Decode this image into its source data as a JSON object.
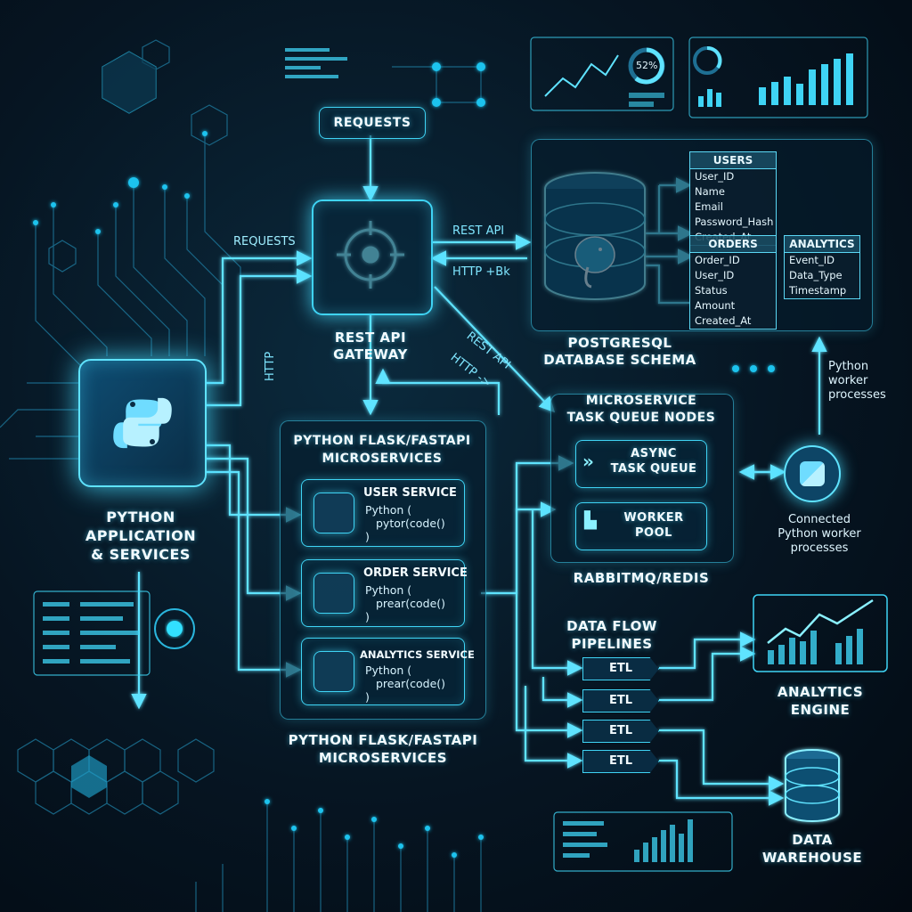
{
  "requests_top": "REQUESTS",
  "requests_side": "REQUESTS",
  "gateway_label": [
    "REST API",
    "GATEWAY"
  ],
  "python_app_label": [
    "PYTHON",
    "APPLICATION",
    "& SERVICES"
  ],
  "arrow_labels": {
    "rest_api_1": "REST API",
    "http_bk": "HTTP +Bk",
    "rest_api_2": "REST API",
    "http_arrow": "HTTP ->",
    "http_vertical": "HTTP"
  },
  "postgres_label": [
    "POSTGRESQL",
    "DATABASE SCHEMA"
  ],
  "tables": {
    "users": {
      "title": "USERS",
      "fields": [
        "User_ID",
        "Name",
        "Email",
        "Password_Hash",
        "Created_At"
      ]
    },
    "orders": {
      "title": "ORDERS",
      "fields": [
        "Order_ID",
        "User_ID",
        "Status",
        "Amount",
        "Created_At"
      ]
    },
    "analytics": {
      "title": "ANALYTICS",
      "fields": [
        "Event_ID",
        "Data_Type",
        "Timestamp"
      ]
    }
  },
  "dashboard": {
    "percent": "52%"
  },
  "microservices_title": [
    "PYTHON FLASK/FASTAPI",
    "MICROSERVICES"
  ],
  "microservices_bottom": [
    "PYTHON FLASK/FASTAPI",
    "MICROSERVICES"
  ],
  "services": [
    {
      "name": "USER SERVICE",
      "code": [
        "Python (",
        "pytor(code()",
        ")"
      ]
    },
    {
      "name": "ORDER SERVICE",
      "code": [
        "Python (",
        "prear(code()",
        ")"
      ]
    },
    {
      "name": "ANALYTICS SERVICE",
      "code": [
        "Python (",
        "prear(code()",
        ")"
      ]
    }
  ],
  "task_queue_title": [
    "MICROSERVICE",
    "TASK QUEUE NODES"
  ],
  "async_queue": [
    "ASYNC",
    "TASK QUEUE"
  ],
  "worker_pool": [
    "WORKER",
    "POOL"
  ],
  "rabbitmq_label": "RABBITMQ/REDIS",
  "python_worker_label": [
    "Python",
    "worker",
    "processes"
  ],
  "connected_label": [
    "Connected",
    "Python worker",
    "processes"
  ],
  "data_flow_label": [
    "DATA FLOW",
    "PIPELINES"
  ],
  "etl_stages": [
    "ETL",
    "ETL",
    "ETL",
    "ETL"
  ],
  "analytics_engine_label": [
    "ANALYTICS",
    "ENGINE"
  ],
  "data_warehouse_label": [
    "DATA",
    "WAREHOUSE"
  ],
  "colors": {
    "accent": "#3fd4f5",
    "background": "#061522",
    "text": "#f2fbff"
  }
}
